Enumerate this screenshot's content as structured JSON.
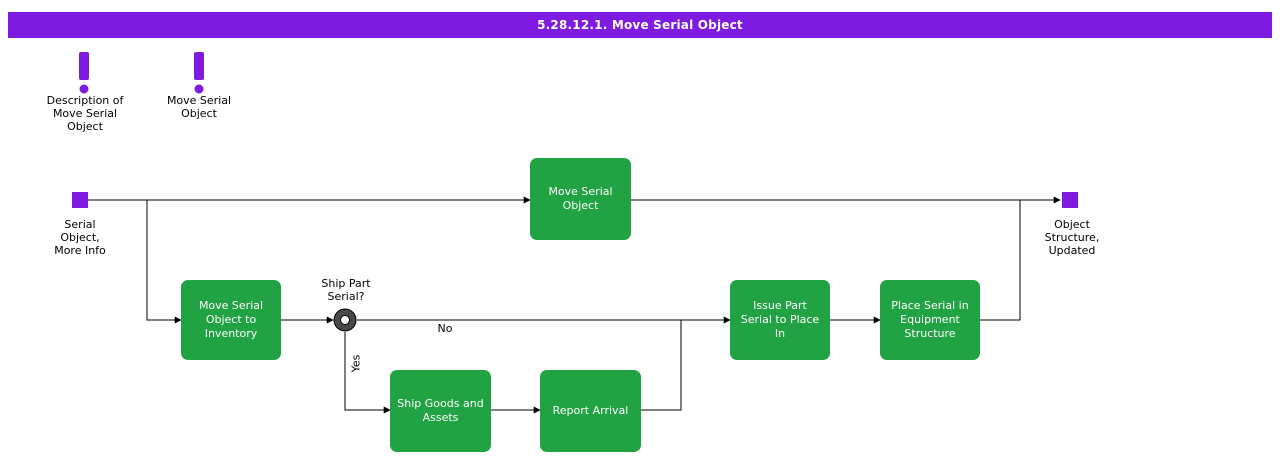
{
  "title": "5.28.12.1. Move Serial Object",
  "colors": {
    "header_bg": "#7f1ae0",
    "node_bg": "#21a243",
    "node_text": "#ffffff",
    "accent": "#7f1ae0",
    "line": "#000000"
  },
  "annotations": [
    {
      "name": "description-of-move-serial-object",
      "label": "Description of\nMove Serial\nObject"
    },
    {
      "name": "move-serial-object-note",
      "label": "Move Serial\nObject"
    }
  ],
  "terminals": [
    {
      "name": "start-terminal",
      "label": "Serial\nObject,\nMore Info"
    },
    {
      "name": "end-terminal",
      "label": "Object\nStructure,\nUpdated"
    }
  ],
  "nodes": [
    {
      "name": "move-serial-object",
      "label": "Move Serial\nObject"
    },
    {
      "name": "move-serial-object-to-inventory",
      "label": "Move Serial\nObject to\nInventory"
    },
    {
      "name": "ship-goods-and-assets",
      "label": "Ship Goods and\nAssets"
    },
    {
      "name": "report-arrival",
      "label": "Report Arrival"
    },
    {
      "name": "issue-part-serial-to-place-in",
      "label": "Issue Part Serial\nto Place In"
    },
    {
      "name": "place-serial-in-equipment-structure",
      "label": "Place Serial in\nEquipment\nStructure"
    }
  ],
  "decision": {
    "name": "ship-part-serial-decision",
    "label": "Ship Part\nSerial?"
  },
  "edge_labels": [
    {
      "name": "edge-label-no",
      "label": "No"
    },
    {
      "name": "edge-label-yes",
      "label": "Yes"
    }
  ]
}
